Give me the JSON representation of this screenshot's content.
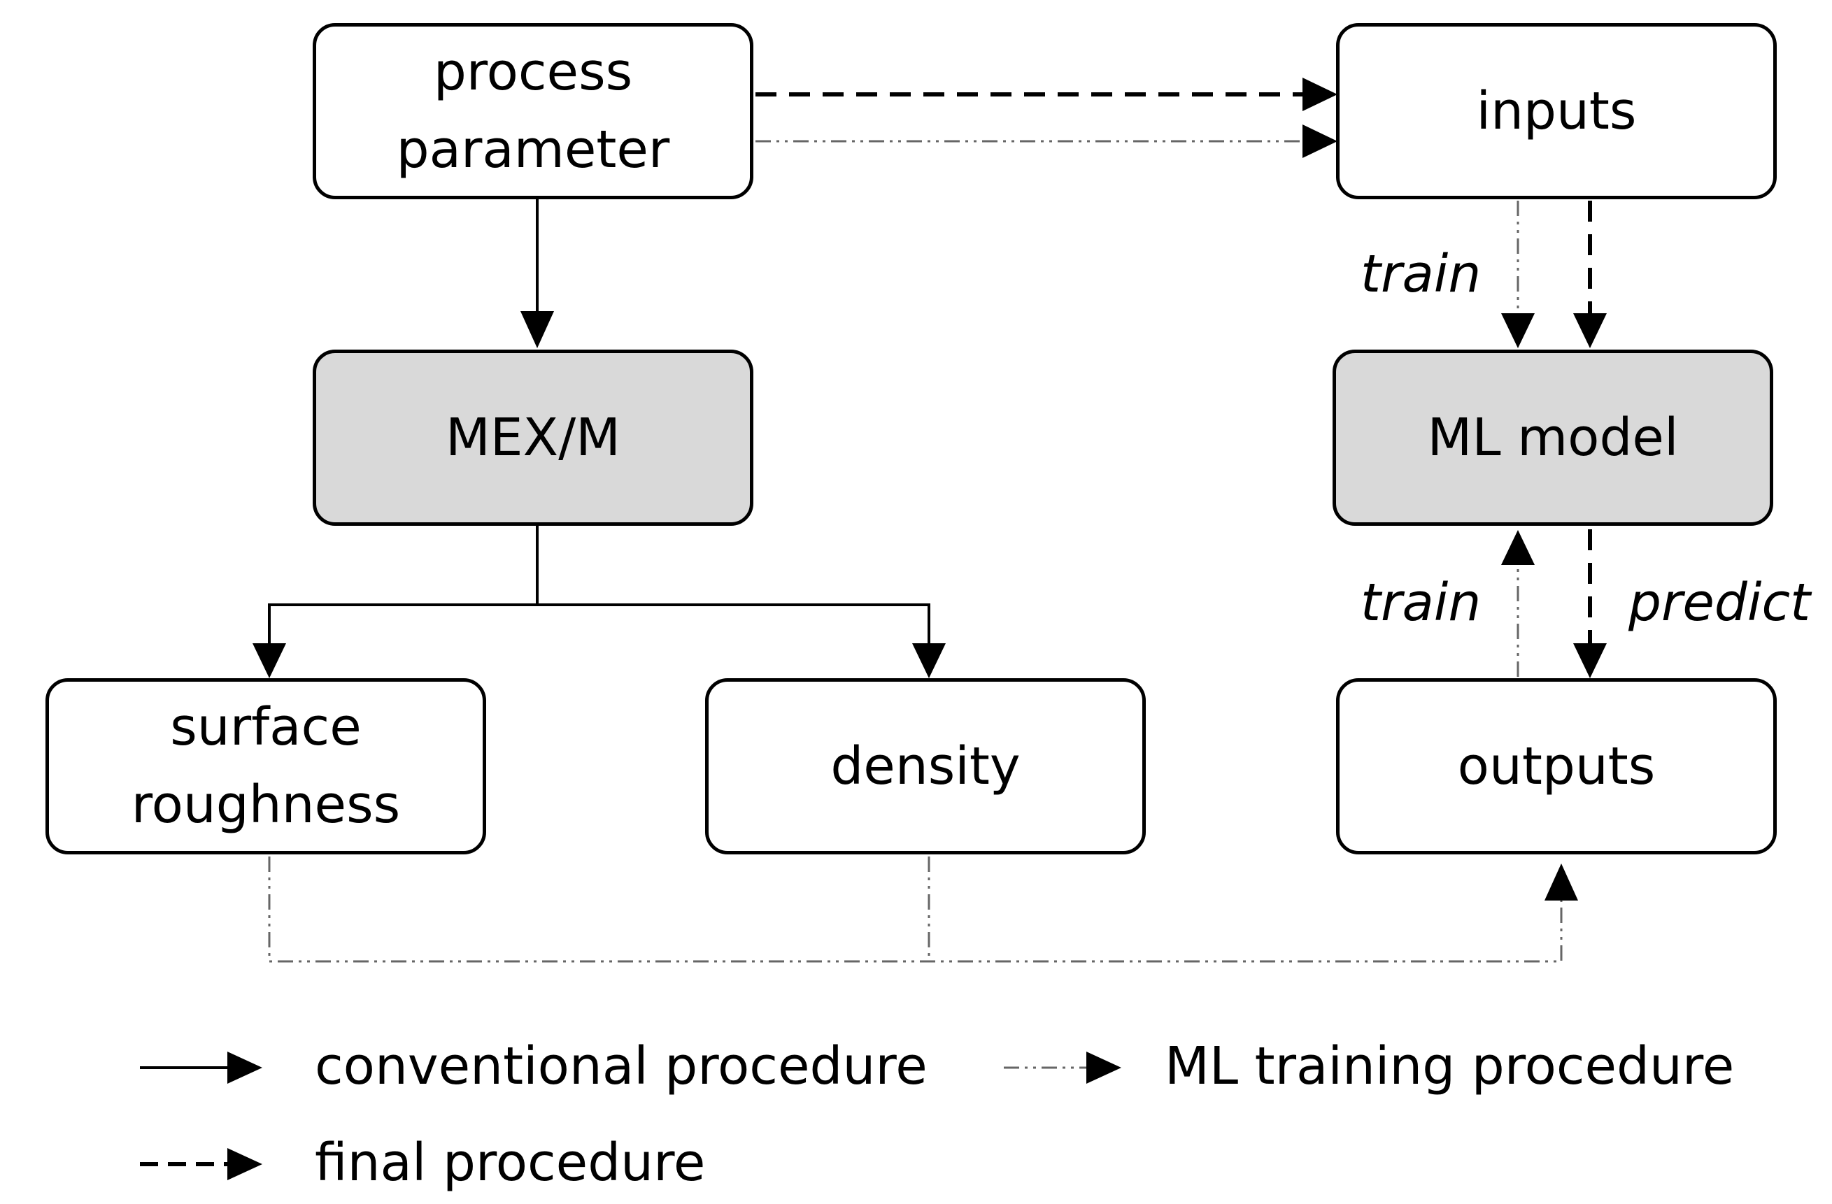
{
  "nodes": {
    "process_parameter": "process parameter",
    "inputs": "inputs",
    "mexm": "MEX/M",
    "ml_model": "ML model",
    "surface_roughness": "surface roughness",
    "density": "density",
    "outputs": "outputs"
  },
  "edge_labels": {
    "train_top": "train",
    "train_bottom": "train",
    "predict": "predict"
  },
  "legend": {
    "conventional": "conventional procedure",
    "ml_training": "ML training procedure",
    "final": "final procedure"
  },
  "colors": {
    "box_fill": "#ffffff",
    "model_fill": "#d9d9d9",
    "line": "#000000",
    "dashdot_line": "#666666"
  }
}
